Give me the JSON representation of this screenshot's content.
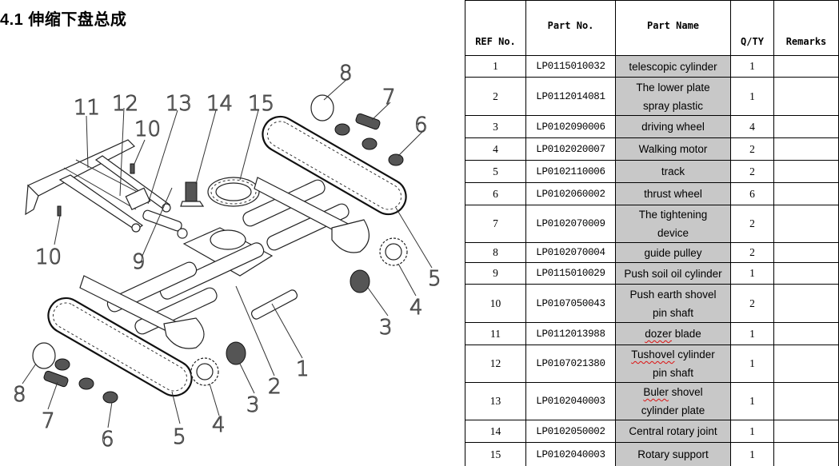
{
  "section": {
    "title": "4.1 伸缩下盘总成"
  },
  "diagram": {
    "callouts": [
      "1",
      "2",
      "3",
      "3",
      "4",
      "4",
      "5",
      "5",
      "6",
      "6",
      "7",
      "7",
      "8",
      "8",
      "9",
      "10",
      "10",
      "11",
      "12",
      "13",
      "14",
      "15"
    ]
  },
  "table": {
    "headers": {
      "ref": "REF No.",
      "part_no": "Part No.",
      "part_name": "Part Name",
      "qty": "Q/TY",
      "remarks": "Remarks"
    },
    "rows": [
      {
        "ref": "1",
        "part_no": "LP0115010032",
        "name_l1": "telescopic cylinder",
        "name_l2": "",
        "qty": "1",
        "remarks": ""
      },
      {
        "ref": "2",
        "part_no": "LP0112014081",
        "name_l1": "The lower plate",
        "name_l2": "spray plastic",
        "qty": "1",
        "remarks": ""
      },
      {
        "ref": "3",
        "part_no": "LP0102090006",
        "name_l1": "driving wheel",
        "name_l2": "",
        "qty": "4",
        "remarks": ""
      },
      {
        "ref": "4",
        "part_no": "LP0102020007",
        "name_l1": "Walking motor",
        "name_l2": "",
        "qty": "2",
        "remarks": ""
      },
      {
        "ref": "5",
        "part_no": "LP0102110006",
        "name_l1": "track",
        "name_l2": "",
        "qty": "2",
        "remarks": ""
      },
      {
        "ref": "6",
        "part_no": "LP0102060002",
        "name_l1": "thrust wheel",
        "name_l2": "",
        "qty": "6",
        "remarks": ""
      },
      {
        "ref": "7",
        "part_no": "LP0102070009",
        "name_l1": "The tightening",
        "name_l2": "device",
        "qty": "2",
        "remarks": ""
      },
      {
        "ref": "8",
        "part_no": "LP0102070004",
        "name_l1": "guide pulley",
        "name_l2": "",
        "qty": "2",
        "remarks": ""
      },
      {
        "ref": "9",
        "part_no": "LP0115010029",
        "name_l1": "Push soil oil cylinder",
        "name_l2": "",
        "qty": "1",
        "remarks": ""
      },
      {
        "ref": "10",
        "part_no": "LP0107050043",
        "name_l1": "Push earth shovel",
        "name_l2": "pin shaft",
        "qty": "2",
        "remarks": ""
      },
      {
        "ref": "11",
        "part_no": "LP0112013988",
        "name_l1": "dozer blade",
        "name_l2": "",
        "qty": "1",
        "remarks": ""
      },
      {
        "ref": "12",
        "part_no": "LP0107021380",
        "name_l1": "Tushovel cylinder",
        "name_l2": "pin shaft",
        "qty": "1",
        "remarks": ""
      },
      {
        "ref": "13",
        "part_no": "LP0102040003",
        "name_l1": "Buler shovel",
        "name_l2": "cylinder plate",
        "qty": "1",
        "remarks": ""
      },
      {
        "ref": "14",
        "part_no": "LP0102050002",
        "name_l1": "Central rotary joint",
        "name_l2": "",
        "qty": "1",
        "remarks": ""
      },
      {
        "ref": "15",
        "part_no": "LP0102040003",
        "name_l1": "Rotary support",
        "name_l2": "",
        "qty": "1",
        "remarks": ""
      }
    ]
  }
}
